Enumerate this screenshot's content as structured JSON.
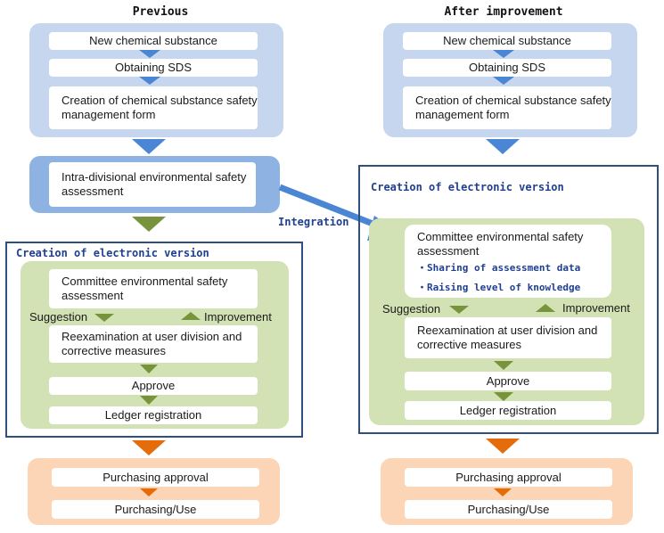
{
  "previous": {
    "header": "Previous",
    "top_steps": [
      "New chemical substance",
      "Obtaining SDS",
      "Creation of chemical substance safety management form"
    ],
    "intra_divisional": "Intra-divisional environmental safety assessment",
    "frame_title": "Creation of electronic version",
    "committee": "Committee environmental safety assessment",
    "suggestion": "Suggestion",
    "improvement": "Improvement",
    "reexamination": "Reexamination at user division and corrective measures",
    "approve": "Approve",
    "ledger": "Ledger registration",
    "purchasing_approval": "Purchasing approval",
    "purchasing_use": "Purchasing/Use"
  },
  "after": {
    "header": "After improvement",
    "top_steps": [
      "New chemical substance",
      "Obtaining SDS",
      "Creation of chemical substance safety management form"
    ],
    "frame_title": "Creation of electronic version",
    "committee": "Committee environmental safety assessment",
    "bullets": [
      "・Sharing of assessment data",
      "・Raising level of knowledge"
    ],
    "suggestion": "Suggestion",
    "improvement": "Improvement",
    "reexamination": "Reexamination at user division and corrective measures",
    "approve": "Approve",
    "ledger": "Ledger registration",
    "purchasing_approval": "Purchasing approval",
    "purchasing_use": "Purchasing/Use"
  },
  "integration_label": "Integration",
  "colors": {
    "blue_panel": "#c6d6ee",
    "blue_dark_panel": "#8eb3e3",
    "green_panel": "#d3e2b4",
    "orange_panel": "#fbd5b5",
    "blue_arrow": "#4a86d4",
    "green_arrow": "#77933c",
    "orange_arrow": "#e46c0a",
    "frame_border": "#2f4f7f"
  }
}
